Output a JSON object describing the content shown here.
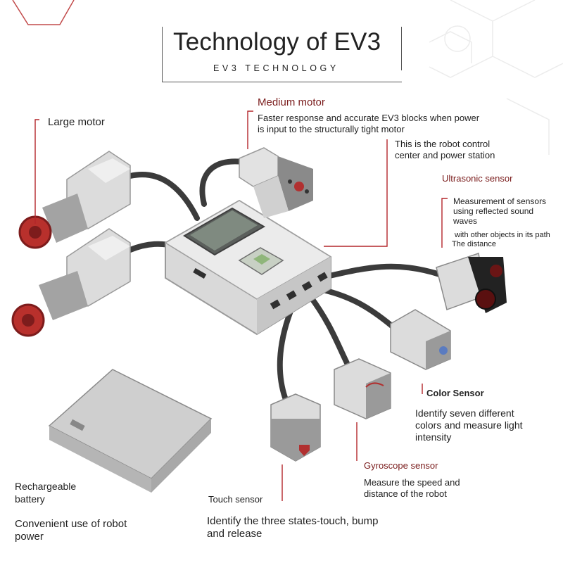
{
  "header": {
    "title": "Technology of EV3",
    "subtitle": "EV3 TECHNOLOGY"
  },
  "large_motor": {
    "label": "Large motor"
  },
  "medium_motor": {
    "label": "Medium motor",
    "description_line1": "Faster response and accurate EV3 blocks when power",
    "description_line2": "is input to the structurally tight motor"
  },
  "brick": {
    "description_line1": "This is the robot control",
    "description_line2": "center and power station"
  },
  "ultrasonic_sensor": {
    "label": "Ultrasonic sensor",
    "description_line1": "Measurement of sensors",
    "description_line2": "using reflected sound",
    "description_line3": "waves",
    "description_line4": "with other objects in its path",
    "description_line5": "The distance"
  },
  "color_sensor": {
    "label": "Color Sensor",
    "description_line1": "Identify seven different",
    "description_line2": "colors and measure light",
    "description_line3": "intensity"
  },
  "gyroscope_sensor": {
    "label": "Gyroscope sensor",
    "description_line1": "Measure the speed and",
    "description_line2": "distance of the robot"
  },
  "touch_sensor": {
    "label": "Touch sensor",
    "description_line1": "Identify the three states-touch, bump",
    "description_line2": "and release"
  },
  "battery": {
    "label_line1": "Rechargeable",
    "label_line2": "battery",
    "description_line1": "Convenient use of robot",
    "description_line2": "power"
  },
  "colors": {
    "accent_red": "#b3262a",
    "label_red": "#7a1c1c",
    "cable": "#3a3a3a",
    "module_gray": "#d6d6d6",
    "module_dark": "#8a8a8a"
  }
}
